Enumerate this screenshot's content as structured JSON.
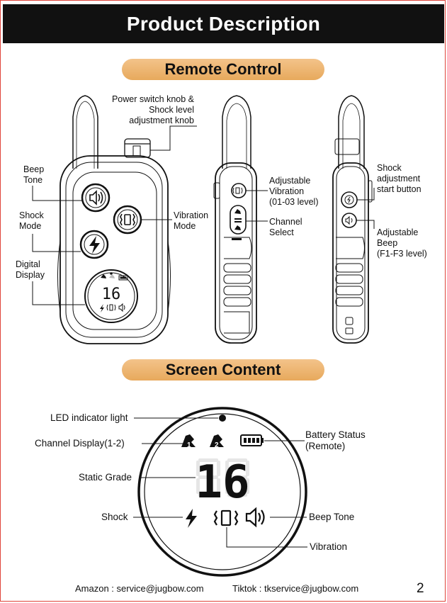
{
  "header": {
    "title": "Product Description"
  },
  "sections": {
    "remote": "Remote Control",
    "screen": "Screen Content"
  },
  "remote_labels": {
    "power": [
      "Power switch knob &",
      "Shock level",
      "adjustment knob"
    ],
    "beep": [
      "Beep",
      "Tone"
    ],
    "shock_mode": [
      "Shock",
      "Mode"
    ],
    "digital": [
      "Digital",
      "Display"
    ],
    "vibration_mode": [
      "Vibration",
      "Mode"
    ],
    "adj_vibration": [
      "Adjustable",
      "Vibration",
      "(01-03 level)"
    ],
    "channel_select": [
      "Channel",
      "Select"
    ],
    "shock_start": [
      "Shock",
      "adjustment",
      "start button"
    ],
    "adj_beep": [
      "Adjustable",
      "Beep",
      "(F1-F3 level)"
    ]
  },
  "remote_display_digits": "16",
  "screen_labels": {
    "led": "LED indicator light",
    "channel": "Channel Display(1-2)",
    "battery": [
      "Battery Status",
      "(Remote)"
    ],
    "static": "Static Grade",
    "shock": "Shock",
    "beep": "Beep Tone",
    "vibration": "Vibration"
  },
  "screen_digits": "16",
  "footer": {
    "amazon": "Amazon : service@jugbow.com",
    "tiktok": "Tiktok : tkservice@jugbow.com",
    "page": "2"
  }
}
